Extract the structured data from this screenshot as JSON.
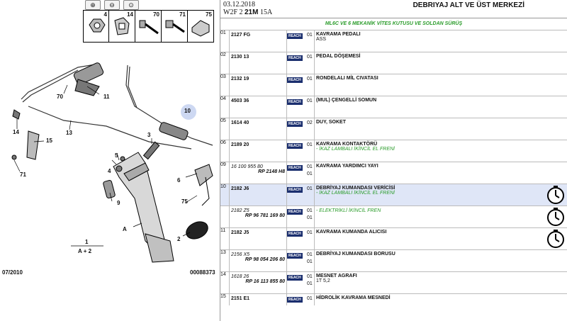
{
  "diagram": {
    "thumbnails": [
      {
        "label": "4"
      },
      {
        "label": "14"
      },
      {
        "label": "70"
      },
      {
        "label": "71"
      },
      {
        "label": "75"
      }
    ],
    "tool_icons": [
      "zoom-in-icon",
      "zoom-out-icon",
      "fit-icon"
    ],
    "callouts": {
      "c10": "10",
      "c70": "70",
      "c11": "11",
      "c14": "14",
      "c13": "13",
      "c15": "15",
      "c3": "3",
      "c71": "71",
      "c4": "4",
      "c5": "5",
      "c6": "6",
      "c9": "9",
      "c75": "75",
      "cA": "A",
      "c2": "2"
    },
    "legend_top": "1",
    "legend_bottom": "A + 2",
    "date_code": "07/2010",
    "drawing_code": "00088373"
  },
  "header": {
    "date": "03.12.2018",
    "vehicle_prefix": "W2F 2 ",
    "vehicle_bold": "21M",
    "vehicle_suffix": " 15A",
    "title": "DEBRIYAJ ALT VE ÜST MERKEZİ",
    "subtitle": "ML6C VE 6 MEKANİK VİTES KUTUSU VE SOLDAN SÜRÜŞ"
  },
  "reach_label": "REACH",
  "parts": [
    {
      "index": "01",
      "ref": "2127 FG",
      "qty": "01",
      "designation": "KAVRAMA PEDALI",
      "info": "ASS"
    },
    {
      "index": "02",
      "ref": "2130 13",
      "qty": "01",
      "designation": "PEDAL DÖŞEMESİ"
    },
    {
      "index": "03",
      "ref": "2132 19",
      "qty": "01",
      "designation": "RONDELALI MİL CIVATASI"
    },
    {
      "index": "04",
      "ref": "4503 36",
      "qty": "01",
      "designation": "(MUL) ÇENGELLİ SOMUN"
    },
    {
      "index": "05",
      "ref": "1614 40",
      "qty": "02",
      "designation": "DUY, SOKET"
    },
    {
      "index": "06",
      "ref": "2189 20",
      "qty": "01",
      "designation": "KAVRAMA KONTAKTÖRÜ",
      "green": "- İKAZ LAMBALI İKİNCİL EL FRENİ"
    },
    {
      "index": "09",
      "ref": "16 100 955 80",
      "rp": "RP 2148 H8",
      "qty": "01",
      "qty2": "01",
      "designation": "KAVRAMA YARDIMCI YAYI"
    },
    {
      "index": "10",
      "ref": "2182 J6",
      "qty": "01",
      "designation": "DEBRİYAJ KUMANDASI VERİCİSİ",
      "green": "- İKAZ LAMBALI İKİNCİL EL FRENİ",
      "selected": true
    },
    {
      "index": "",
      "ref": "2182 Z5",
      "rp": "RP 96 781 169 80",
      "qty": "01",
      "qty2": "01",
      "green": "- ELEKTRİKLİ İKİNCİL FREN"
    },
    {
      "index": "11",
      "ref": "2182 J5",
      "qty": "01",
      "designation": "KAVRAMA KUMANDA ALICISI"
    },
    {
      "index": "13",
      "ref": "2156 X5",
      "rp": "RP 98 054 206 80",
      "qty": "01",
      "qty2": "01",
      "designation": "DEBRİYAJ KUMANDASI BORUSU"
    },
    {
      "index": "14",
      "ref": "1618 26",
      "rp": "RP 16 113 855 80",
      "qty": "01",
      "qty2": "01",
      "designation": "MESNET AGRAFI",
      "info": "1T 5,2"
    },
    {
      "index": "15",
      "ref": "2151 E1",
      "qty": "01",
      "designation": "HİDROLİK KAVRAMA MESNEDİ"
    }
  ]
}
